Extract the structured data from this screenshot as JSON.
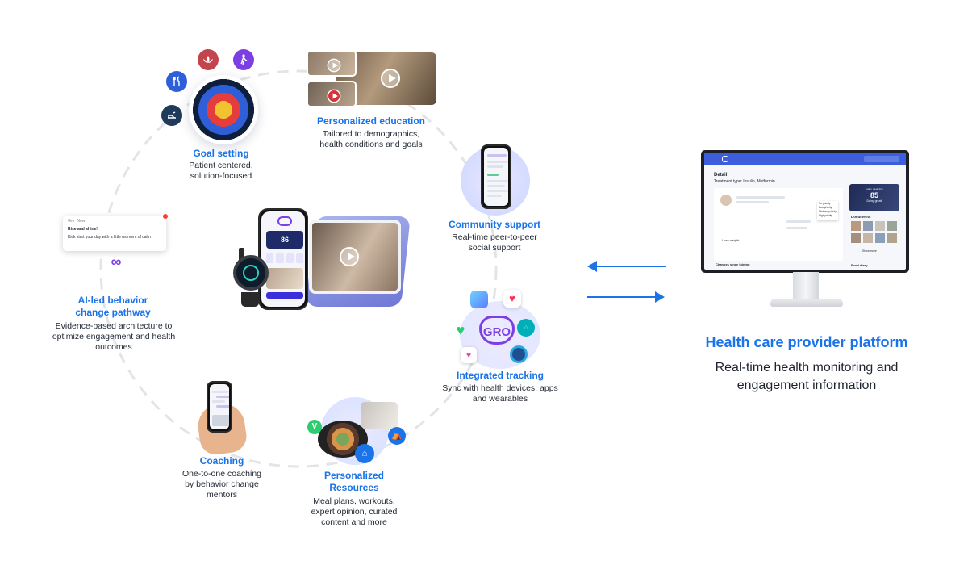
{
  "features": {
    "goal_setting": {
      "title": "Goal setting",
      "desc": "Patient centered, solution-focused"
    },
    "education": {
      "title": "Personalized education",
      "desc": "Tailored to demographics, health conditions and goals"
    },
    "community": {
      "title": "Community support",
      "desc": "Real-time peer-to-peer social support"
    },
    "tracking": {
      "title": "Integrated tracking",
      "desc": "Sync with health devices, apps and wearables"
    },
    "resources": {
      "title": "Personalized Resources",
      "desc": "Meal plans, workouts, expert opinion, curated content and more"
    },
    "coaching": {
      "title": "Coaching",
      "desc": "One-to-one coaching by behavior change mentors"
    },
    "ai_pathway": {
      "title": "AI-led behavior change pathway",
      "desc": "Evidence-based architecture to optimize engagement and health outcomes"
    }
  },
  "notification": {
    "app": "Gro",
    "time": "Now",
    "heading": "Rise and shine!",
    "message": "Kick start your day with a little moment of calm"
  },
  "phone_screen": {
    "score": "86"
  },
  "tracking_logo": "GRO",
  "platform": {
    "title": "Health care provider platform",
    "desc": "Real-time health monitoring and engagement information",
    "screen": {
      "detail": "Detail:",
      "treatment": "Treatment type: Insulin, Metformin",
      "documents": "Documents",
      "wellness_label": "WELLNESS",
      "wellness_score": "85",
      "wellness_note": "Doing great!",
      "changes": "Changes since joining",
      "food_diary": "Food diary",
      "show_more": "Show more",
      "goal": "Lose weight",
      "priority_options": [
        "No priority",
        "Low priority",
        "Medium priority",
        "High priority"
      ]
    }
  },
  "colors": {
    "accent": "#1a73e8",
    "purple": "#7b3fe4"
  }
}
